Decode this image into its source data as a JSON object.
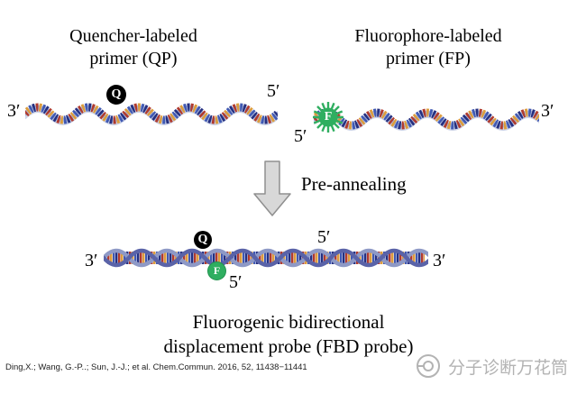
{
  "titles": {
    "qp_line1": "Quencher-labeled",
    "qp_line2": "primer (QP)",
    "fp_line1": "Fluorophore-labeled",
    "fp_line2": "primer (FP)"
  },
  "labels": {
    "qp_three_prime": "3′",
    "qp_five_prime": "5′",
    "fp_five_prime": "5′",
    "fp_three_prime": "3′",
    "q_marker": "Q",
    "f_marker": "F",
    "arrow_label": "Pre-annealing",
    "duplex_three_prime_left": "3′",
    "duplex_five_prime_top": "5′",
    "duplex_q": "Q",
    "duplex_f": "F",
    "duplex_five_prime_bottom": "5′",
    "duplex_three_prime_right": "3′"
  },
  "caption": {
    "line1": "Fluorogenic bidirectional",
    "line2": "displacement probe (FBD probe)"
  },
  "citation": "Ding,X.; Wang, G.-P..; Sun, J.-J.; et al. Chem.Commun. 2016, 52, 11438−11441",
  "watermark": "分子诊断万花筒",
  "colors": {
    "quencher": "#000000",
    "fluorophore": "#2fae60",
    "strand_light": "#a9b4d6",
    "strand_dark": "#5a63a8",
    "base_red": "#b03a2e",
    "base_orange": "#dd9d3c",
    "base_blue": "#4059b3",
    "base_navy": "#252f80",
    "arrow_fill": "#d8d8d8",
    "watermark_gray": "#b3b3b3"
  }
}
